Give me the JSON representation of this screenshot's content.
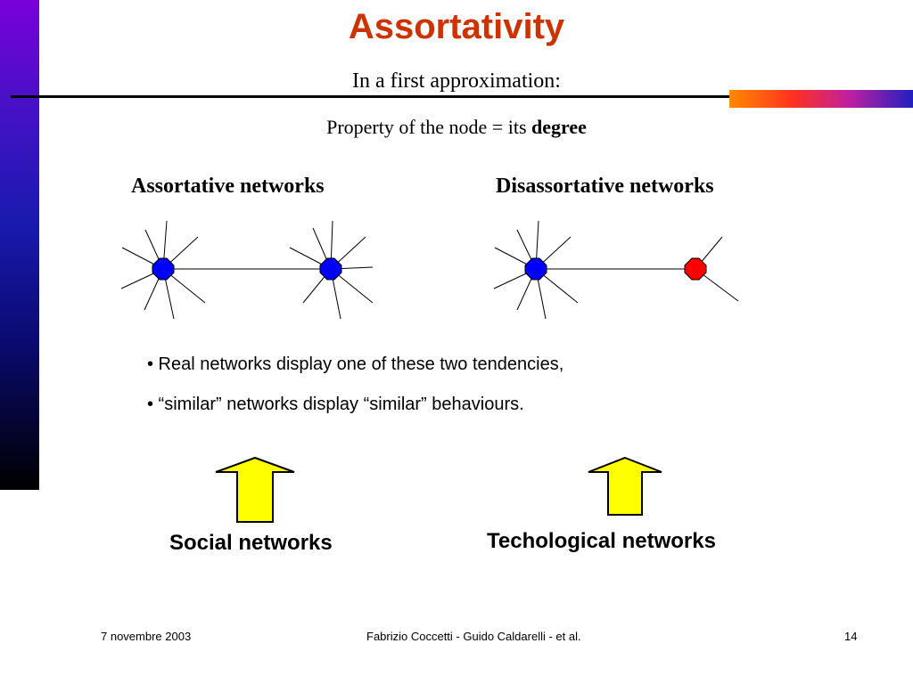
{
  "slide": {
    "title": "Assortativity",
    "subtitle": "In a first approximation:",
    "property_prefix": "Property of the node = its ",
    "property_bold": "degree",
    "assortative_heading": "Assortative networks",
    "disassortative_heading": "Disassortative networks",
    "bullets": [
      "• Real networks display one of these two tendencies,",
      "• “similar” networks display “similar” behaviours."
    ],
    "social_caption": "Social networks",
    "tech_caption": "Techological networks"
  },
  "colors": {
    "title": "#cc3300",
    "hub_node": "#0000ff",
    "leaf_node": "#ff0000",
    "arrow_fill": "#ffff00"
  },
  "footer": {
    "date": "7 novembre 2003",
    "authors": "Fabrizio Coccetti - Guido Caldarelli - et al.",
    "page": "14"
  }
}
